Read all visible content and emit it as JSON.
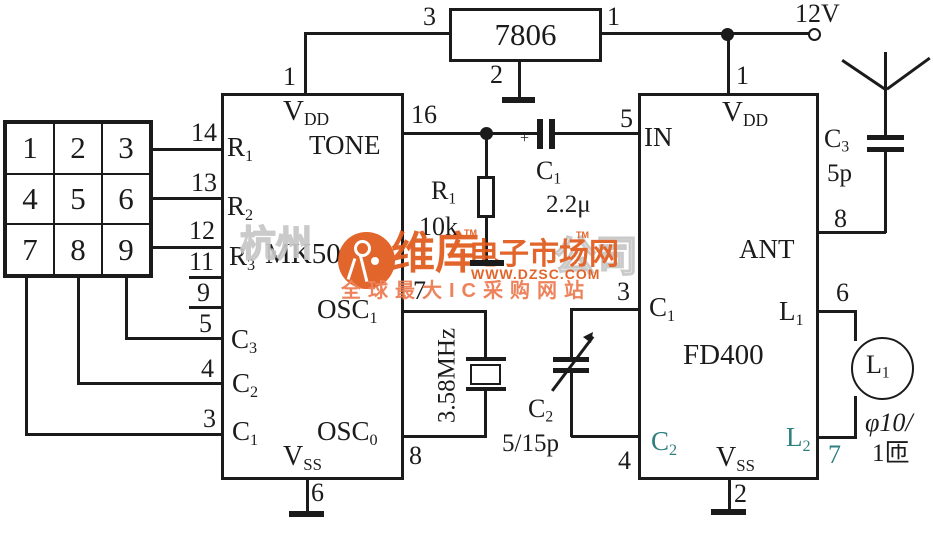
{
  "power": {
    "regulator_label": "7806",
    "pin_in": "3",
    "pin_out": "1",
    "pin_gnd": "2",
    "rail_label": "12V"
  },
  "keypad": {
    "keys": [
      "1",
      "2",
      "3",
      "4",
      "5",
      "6",
      "7",
      "8",
      "9"
    ]
  },
  "encoder": {
    "chip_label": "MK50",
    "vdd_main": "V",
    "vdd_sub": "DD",
    "vss_main": "V",
    "vss_sub": "SS",
    "tone": "TONE",
    "r1_main": "R",
    "r1_sub": "1",
    "r2_main": "R",
    "r2_sub": "2",
    "r3_main": "R",
    "r3_sub": "3",
    "c1_main": "C",
    "c1_sub": "1",
    "c2_main": "C",
    "c2_sub": "2",
    "c3_main": "C",
    "c3_sub": "3",
    "osc1_main": "OSC",
    "osc1_sub": "1",
    "osc0_main": "OSC",
    "osc0_sub": "0",
    "pins": {
      "p1": "1",
      "p16": "16",
      "p14": "14",
      "p13": "13",
      "p12": "12",
      "p11": "11",
      "p9": "9",
      "p5": "5",
      "p4": "4",
      "p3": "3",
      "p7": "7",
      "p8": "8",
      "p6": "6"
    }
  },
  "transmitter": {
    "chip_label": "FD400",
    "vdd_main": "V",
    "vdd_sub": "DD",
    "vss_main": "V",
    "vss_sub": "SS",
    "in_label": "IN",
    "ant_label": "ANT",
    "c1_main": "C",
    "c1_sub": "1",
    "c2_main": "C",
    "c2_sub": "2",
    "l1_main": "L",
    "l1_sub": "1",
    "l2_main": "L",
    "l2_sub": "2",
    "pins": {
      "p1": "1",
      "p5": "5",
      "p3": "3",
      "p4": "4",
      "p2": "2",
      "p8": "8",
      "p6": "6",
      "p7": "7"
    }
  },
  "components": {
    "r1_main": "R",
    "r1_sub": "1",
    "r1_value": "10k",
    "c1_main": "C",
    "c1_sub": "1",
    "c1_value": "2.2μ",
    "c1_polarity": "+",
    "crystal_value": "3.58MHz",
    "c2_main": "C",
    "c2_sub": "2",
    "c2_value": "5/15p",
    "c3_main": "C",
    "c3_sub": "3",
    "c3_value": "5p",
    "l1_main": "L",
    "l1_sub": "1",
    "coil_spec_line1": "φ10/",
    "coil_spec_line2": "1匝"
  },
  "watermark": {
    "ghost_left": "杭州",
    "ghost_right": "公司",
    "brand": "维库",
    "tm": "TM",
    "suffix": "电子市场网",
    "url": "WWW.DZSC.COM",
    "tagline": "全球最大IC采购网站",
    "orange": "#e05a1c"
  }
}
